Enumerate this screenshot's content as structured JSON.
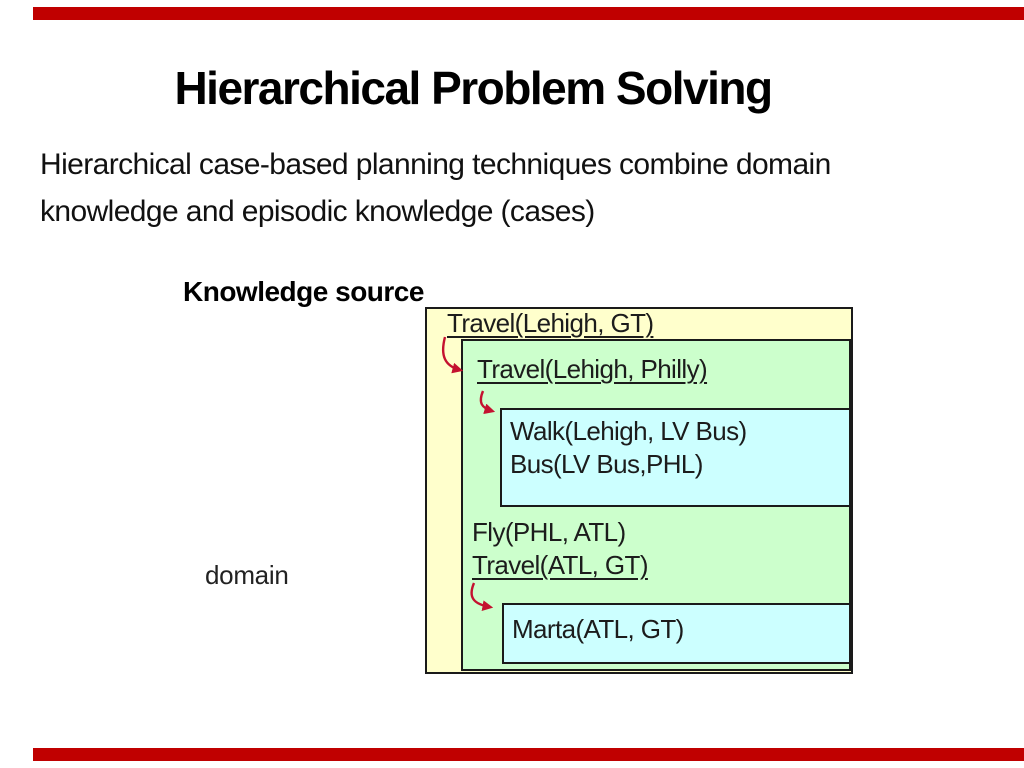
{
  "slide": {
    "title": "Hierarchical Problem Solving",
    "body_lines": [
      "Hierarchical case-based planning techniques combine domain",
      "knowledge and episodic knowledge (cases)"
    ],
    "knowledge_source_label": "Knowledge source",
    "domain_label": "domain"
  },
  "diagram": {
    "root_task": "Travel(Lehigh, GT)",
    "subtask_1": "Travel(Lehigh, Philly)",
    "subtask_1_steps": [
      "Walk(Lehigh, LV Bus)",
      "Bus(LV Bus,PHL)"
    ],
    "step_fly": "Fly(PHL, ATL)",
    "subtask_2": "Travel(ATL, GT)",
    "subtask_2_step": "Marta(ATL, GT)"
  },
  "colors": {
    "accent_bar": "#c00000",
    "box_yellow": "#ffffcc",
    "box_green": "#ccffcc",
    "box_cyan": "#ccffff",
    "box_border": "#1a1a1a",
    "arrow_red": "#c41230",
    "text": "#1a1a1a"
  }
}
